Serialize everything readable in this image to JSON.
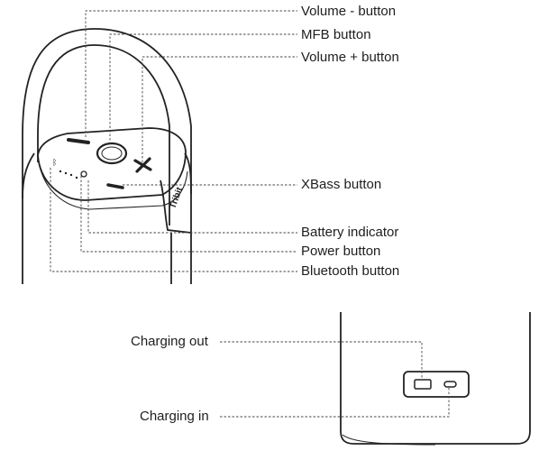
{
  "labels": {
    "volume_minus": "Volume - button",
    "mfb": "MFB button",
    "volume_plus": "Volume + button",
    "xbass": "XBass button",
    "battery": "Battery indicator",
    "power": "Power button",
    "bluetooth": "Bluetooth button",
    "charging_out": "Charging out",
    "charging_in": "Charging in"
  },
  "brand": "Tribit"
}
